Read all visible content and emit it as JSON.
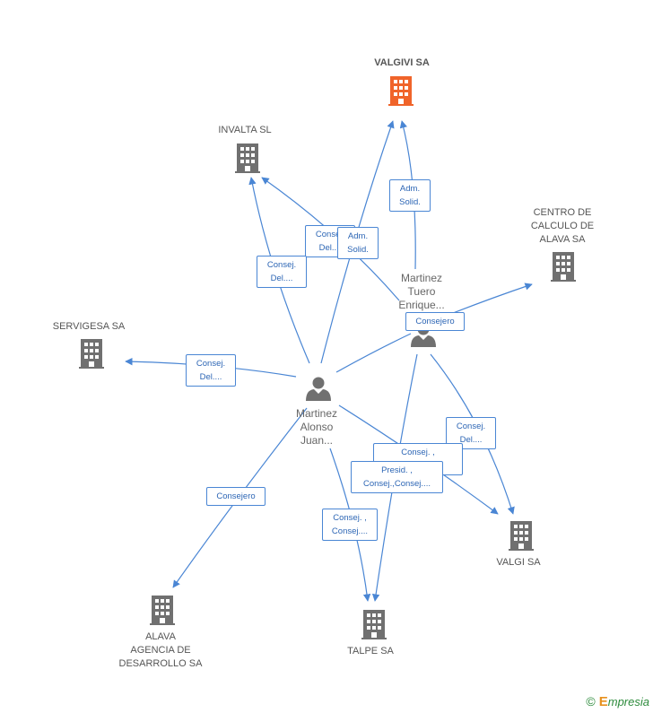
{
  "colors": {
    "edge": "#4a86d4",
    "building": "#707070",
    "building_main": "#f0642a",
    "person": "#707070"
  },
  "companies": {
    "valgivi": "VALGIVI SA",
    "invalta": "INVALTA SL",
    "centro": "CENTRO DE\nCALCULO DE\nALAVA SA",
    "servigesa": "SERVIGESA SA",
    "valgi": "VALGI SA",
    "alava": "ALAVA\nAGENCIA DE\nDESARROLLO SA",
    "talpe": "TALPE SA"
  },
  "persons": {
    "tuero": "Martinez\nTuero\nEnrique...",
    "alonso": "Martinez\nAlonso\nJuan..."
  },
  "roles": {
    "r1": "Adm.\nSolid.",
    "r2": "Consej.\nDel....",
    "r3": "Adm.\nSolid.",
    "r4": "Consej.\nDel....",
    "r5": "Consejero",
    "r6": "Consej.\nDel....",
    "r7": "Consej.\nDel....",
    "r8": "Consej. ,\n...",
    "r9": "Presid. ,\nConsej.,Consej....",
    "r10": "Consejero",
    "r11": "Consej. ,\nConsej...."
  },
  "copyright": {
    "symbol": "©",
    "brand_initial": "E",
    "brand_rest": "mpresia"
  }
}
